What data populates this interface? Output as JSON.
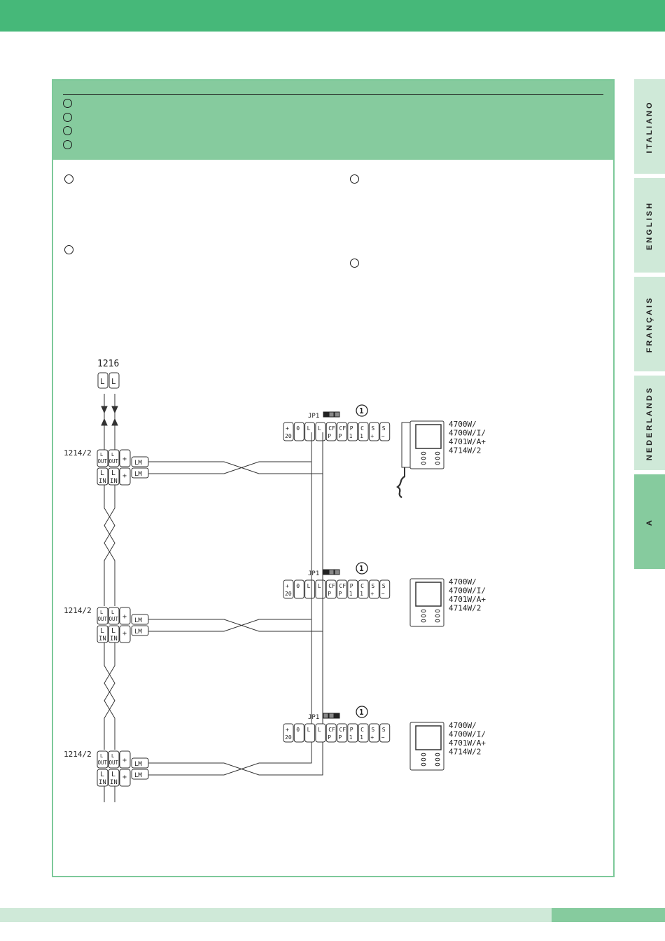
{
  "language_tabs": [
    "ITALIANO",
    "ENGLISH",
    "FRANÇAIS",
    "NEDERLANDS",
    "A"
  ],
  "active_tab": "A",
  "colors": {
    "brand_green": "#46b879",
    "panel_green": "#86cb9e",
    "light_green": "#cfe9d8"
  },
  "diagram": {
    "top_device": "1216",
    "top_terminals": [
      "L",
      "L"
    ],
    "repeater_label": "1214/2",
    "jumper_label": "JP1",
    "callout_number": "1",
    "rep_top": {
      "out1a": "L",
      "out1b": "OUT",
      "out2a": "L",
      "out2b": "OUT",
      "plus": "+",
      "lm": "LM"
    },
    "rep_bottom": {
      "in1a": "L",
      "in1b": "IN",
      "in2a": "L",
      "in2b": "IN",
      "plus": "+",
      "lm": "LM"
    },
    "terminal_block": [
      {
        "a": "+",
        "b": "20"
      },
      {
        "a": "0",
        "b": ""
      },
      {
        "a": "L",
        "b": ""
      },
      {
        "a": "L",
        "b": ""
      },
      {
        "a": "CF",
        "b": "P"
      },
      {
        "a": "CF",
        "b": "P"
      },
      {
        "a": "P",
        "b": "1"
      },
      {
        "a": "C",
        "b": "1"
      },
      {
        "a": "S",
        "b": "+"
      },
      {
        "a": "S",
        "b": "−"
      }
    ],
    "monitor_models": [
      "4700W/",
      "4700W/I/",
      "4701W/A+",
      "4714W/2"
    ]
  }
}
